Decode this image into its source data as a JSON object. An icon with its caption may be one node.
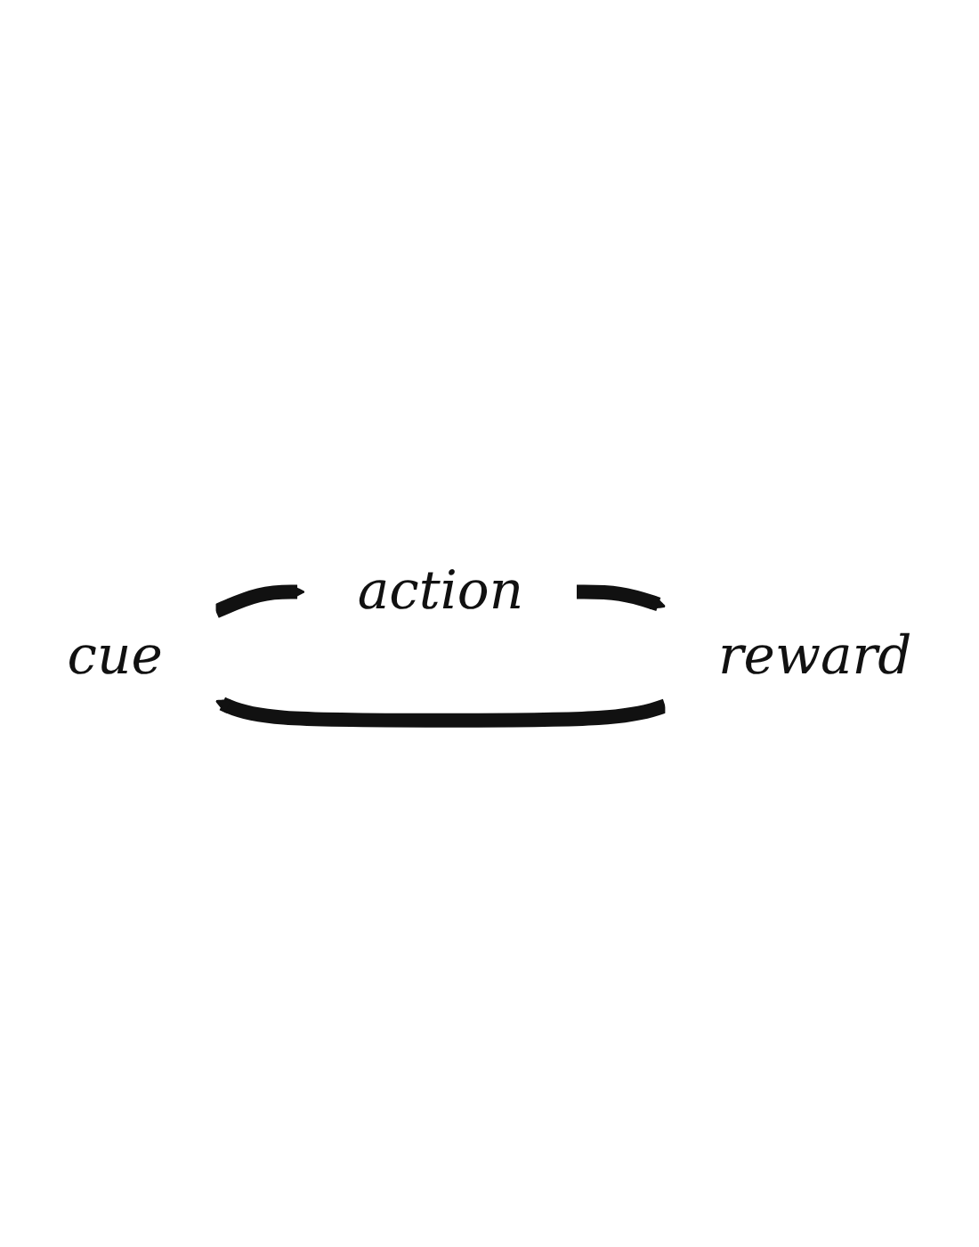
{
  "diagram": {
    "nodes": [
      {
        "text": [
          "cue"
        ]
      },
      {
        "text": [
          "action"
        ]
      },
      {
        "text": [
          "reward"
        ]
      }
    ],
    "edges": [
      {
        "from": 0,
        "to": 1,
        "arrow": "to"
      },
      {
        "from": 1,
        "to": 2,
        "arrow": "to"
      },
      {
        "from": 2,
        "to": 0,
        "arrow": "to"
      }
    ]
  }
}
